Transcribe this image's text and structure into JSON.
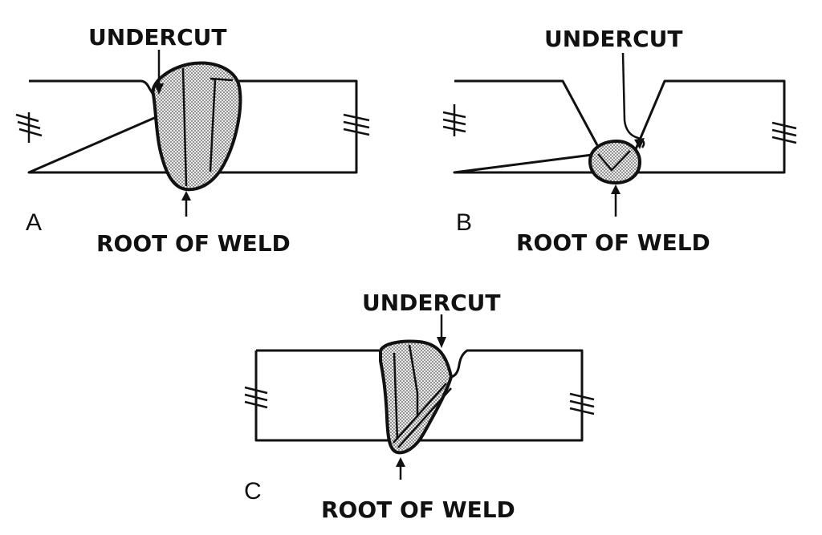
{
  "panels": [
    {
      "letter": "A",
      "top_label": "UNDERCUT",
      "bottom_label": "ROOT OF WELD"
    },
    {
      "letter": "B",
      "top_label": "UNDERCUT",
      "bottom_label": "ROOT OF WELD"
    },
    {
      "letter": "C",
      "top_label": "UNDERCUT",
      "bottom_label": "ROOT OF WELD"
    }
  ],
  "colors": {
    "ink": "#111111",
    "background": "#ffffff"
  },
  "icons": [
    "break-symbol-icon"
  ]
}
